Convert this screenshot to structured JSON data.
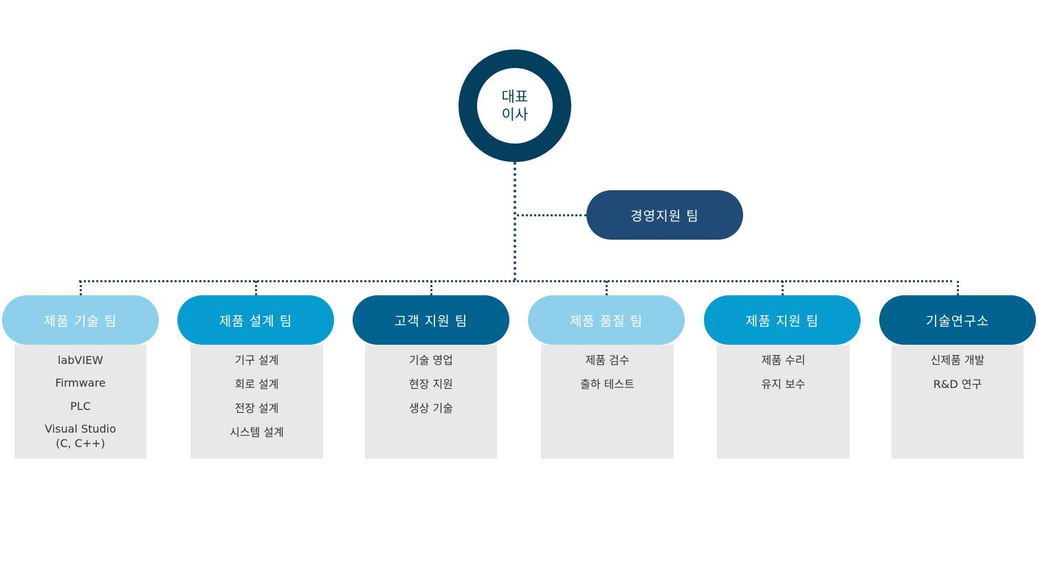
{
  "ceo": {
    "line1": "대표",
    "line2": "이사"
  },
  "support_team": {
    "label": "경영지원 팀",
    "color": "#1f4b76"
  },
  "teams": [
    {
      "label": "제품 기술 팀",
      "color": "#8ecfeb",
      "items": [
        "labVIEW",
        "Firmware",
        "PLC",
        "Visual Studio",
        "(C, C++)"
      ]
    },
    {
      "label": "제품 설계 팀",
      "color": "#069ccf",
      "items": [
        "기구 설계",
        "회로 설계",
        "전장 설계",
        "시스템 설계"
      ]
    },
    {
      "label": "고객 지원 팀",
      "color": "#00628f",
      "items": [
        "기술 영업",
        "현장 지원",
        "생상 기술"
      ]
    },
    {
      "label": "제품 품질 팀",
      "color": "#8ecfeb",
      "items": [
        "제품 검수",
        "출하 테스트"
      ]
    },
    {
      "label": "제품 지원 팀",
      "color": "#069ccf",
      "items": [
        "제품 수리",
        "유지 보수"
      ]
    },
    {
      "label": "기술연구소",
      "color": "#00628f",
      "items": [
        "신제품 개발",
        "R&D 연구"
      ]
    }
  ]
}
